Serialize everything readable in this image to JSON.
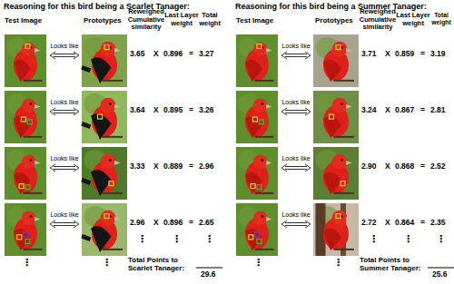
{
  "diagram": {
    "labels": [
      "Reasoning for this bird being a Scarlet Tanager:",
      "Test Image",
      "Prototypes",
      "Reweighed Cumulative similarity",
      "Last Layer weight",
      "Total weight",
      "Looks like",
      "3.65",
      "X",
      "0.896",
      "=",
      "3.27",
      "Looks like",
      "3.64",
      "X",
      "0.895",
      "=",
      "3.26",
      "Looks like",
      "3.33",
      "X",
      "0.889",
      "=",
      "2.96",
      "Looks like",
      "2.96",
      "X",
      "0.896",
      "=",
      "2.65",
      "⋮",
      "⋮",
      "⋮",
      "⋮",
      "⋮",
      "Total Points to Scarlet Tanager:",
      "29.6",
      "Reasoning for this bird being a Summer Tanager:",
      "Test Image",
      "Prototypes",
      "Reweighed Cumulative similarity",
      "Last Layer weight",
      "Total weight",
      "Looks like",
      "3.71",
      "X",
      "0.859",
      "=",
      "3.19",
      "Looks like",
      "3.24",
      "X",
      "0.867",
      "=",
      "2.81",
      "Looks like",
      "2.90",
      "X",
      "0.868",
      "=",
      "2.52",
      "Looks like",
      "2.72",
      "X",
      "0.864",
      "=",
      "2.35",
      "⋮",
      "⋮",
      "⋮",
      "⋮",
      "⋮",
      "Total Points to Summer Tanager:",
      "25.6"
    ]
  }
}
